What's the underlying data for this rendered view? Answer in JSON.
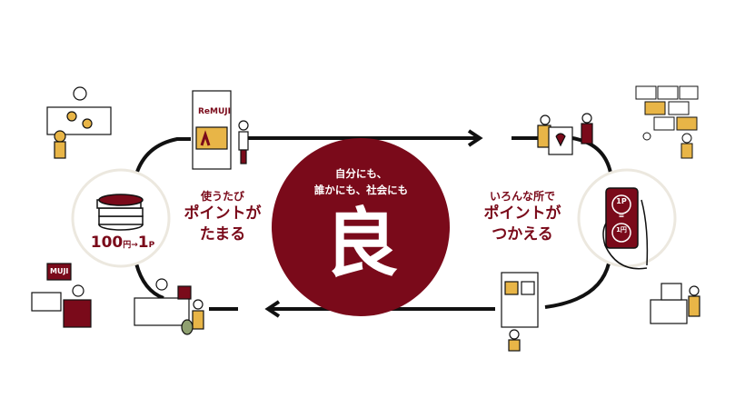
{
  "center": {
    "line1": "自分にも、",
    "line2": "誰かにも、社会にも",
    "kanji": "良"
  },
  "left_caption": {
    "line1": "使うたび",
    "line2": "ポイントが",
    "line3": "たまる"
  },
  "right_caption": {
    "line1": "いろんな所で",
    "line2": "ポイントが",
    "line3": "つかえる"
  },
  "left_badge": {
    "amount": "100",
    "yen": "円",
    "arrow": "→",
    "points": "1",
    "p": "P"
  },
  "right_badge": {
    "top": "1P",
    "equals": "=",
    "bottom": "1円"
  },
  "logos": {
    "remuji": "ReMUJI",
    "muji": "MUJI"
  },
  "colors": {
    "accent": "#7a0a1a",
    "badge_bg": "#f5f3ee",
    "line": "#111111"
  }
}
